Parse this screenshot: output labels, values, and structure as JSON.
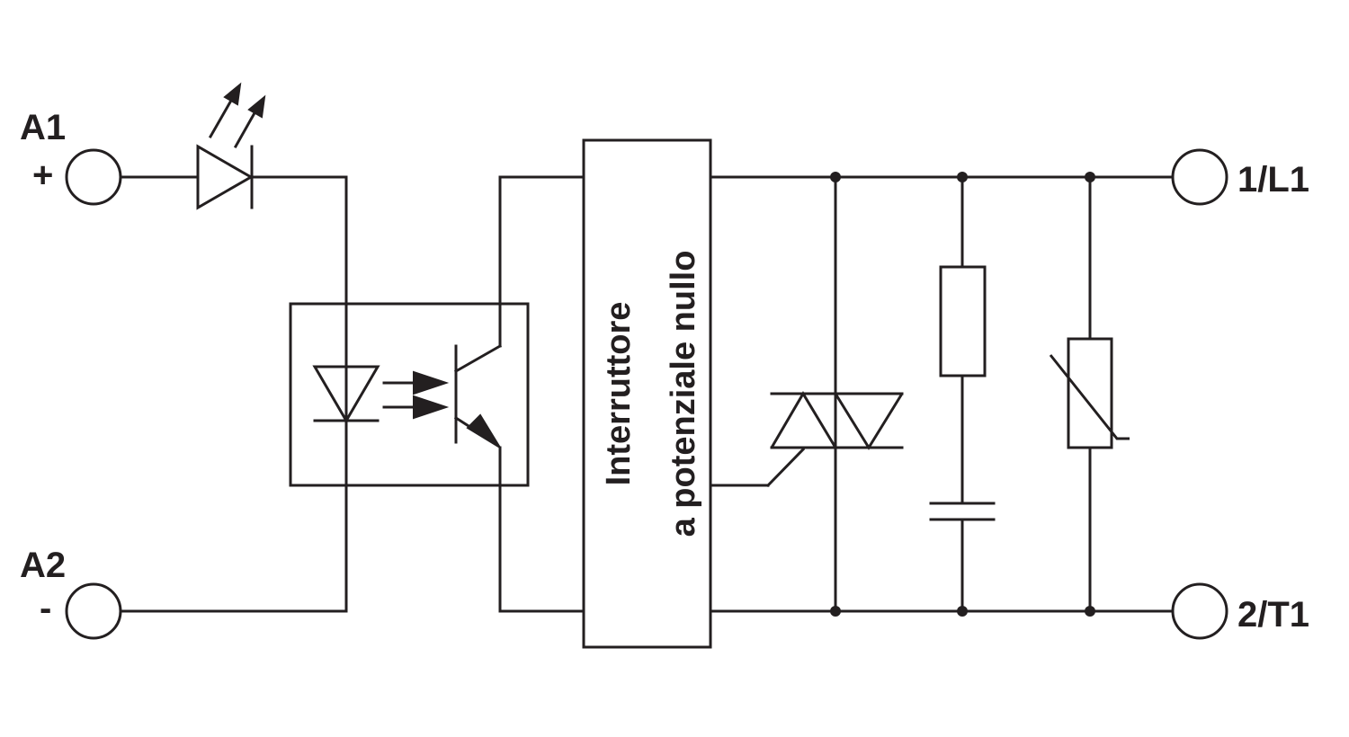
{
  "terminals": {
    "a1": {
      "name": "A1",
      "polarity": "+"
    },
    "a2": {
      "name": "A2",
      "polarity": "-"
    },
    "l1": {
      "name": "1/L1"
    },
    "t1": {
      "name": "2/T1"
    }
  },
  "zero_cross_box": {
    "line1": "Interruttore",
    "line2": "a potenziale nullo"
  },
  "colors": {
    "ink": "#231f20",
    "background": "#ffffff"
  }
}
